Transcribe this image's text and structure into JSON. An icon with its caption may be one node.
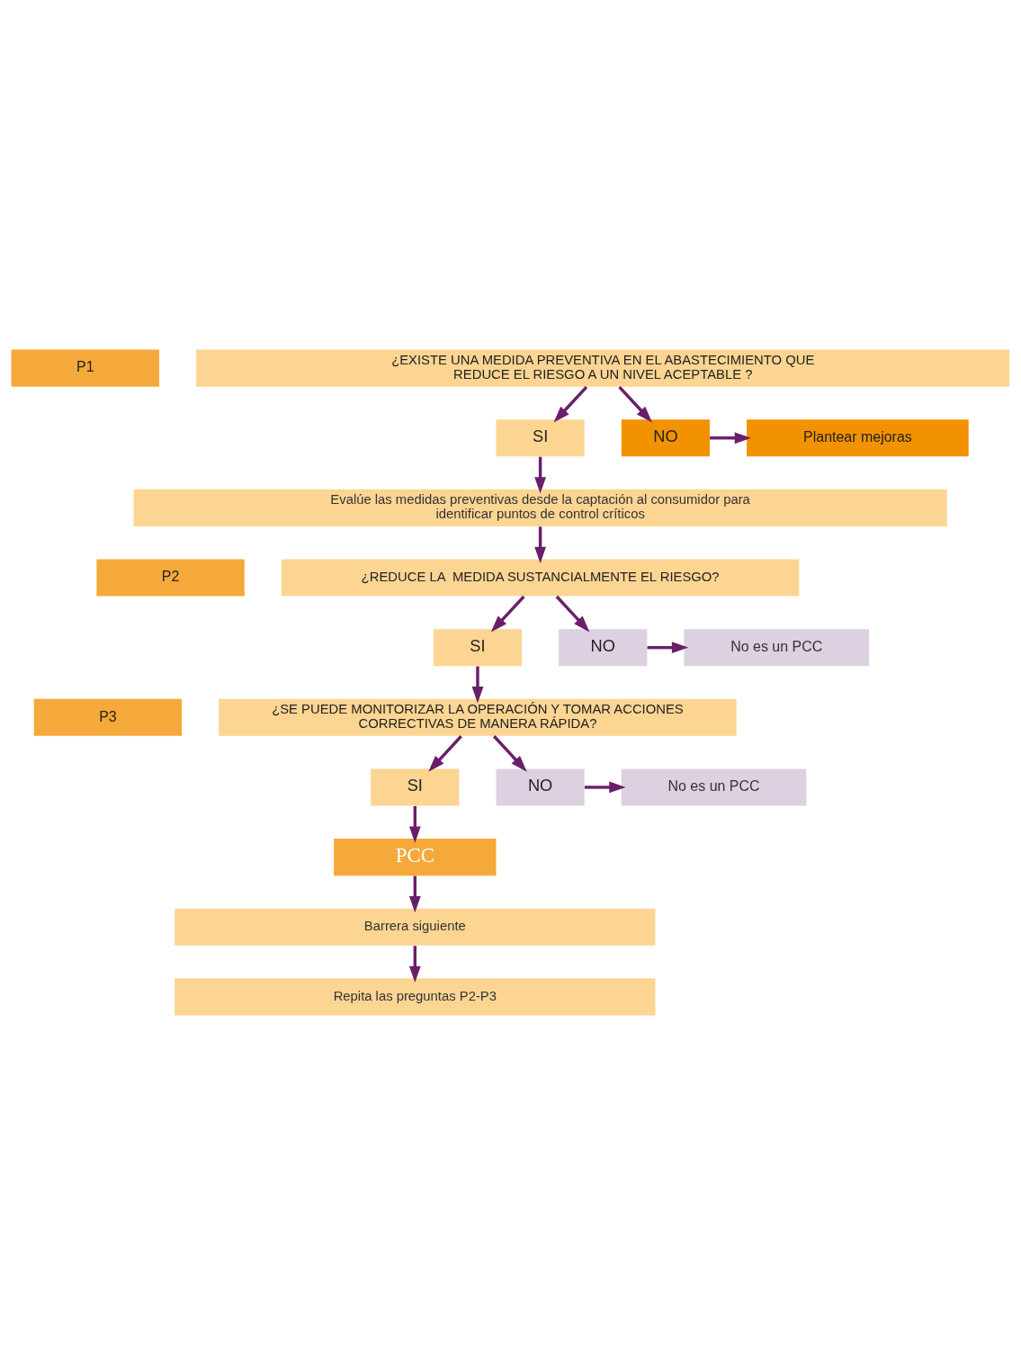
{
  "diagram": {
    "nodes": [
      {
        "text": [
          "P1"
        ]
      },
      {
        "text": [
          "¿EXISTE UNA MEDIDA PREVENTIVA EN EL ABASTECIMIENTO QUE REDUCE EL RIESGO A UN NIVEL ACEPTABLE ?"
        ]
      },
      {
        "text": [
          "SI"
        ]
      },
      {
        "text": [
          "NO"
        ]
      },
      {
        "text": [
          "Plantear mejoras"
        ]
      },
      {
        "text": [
          "Evalúe las medidas preventivas desde la captación al consumidor para identificar puntos de control críticos"
        ]
      },
      {
        "text": [
          "P2"
        ]
      },
      {
        "text": [
          "¿REDUCE LA  MEDIDA SUSTANCIALMENTE EL RIESGO?"
        ]
      },
      {
        "text": [
          "SI"
        ]
      },
      {
        "text": [
          "NO"
        ]
      },
      {
        "text": [
          "No es un PCC"
        ]
      },
      {
        "text": [
          "P3"
        ]
      },
      {
        "text": [
          "¿SE PUEDE MONITORIZAR LA OPERACIÓN Y TOMAR ACCIONES CORRECTIVAS DE MANERA RÁPIDA?"
        ]
      },
      {
        "text": [
          "SI"
        ]
      },
      {
        "text": [
          "NO"
        ]
      },
      {
        "text": [
          "No es un PCC"
        ]
      },
      {
        "text": [
          "PCC"
        ]
      },
      {
        "text": [
          "Barrera siguiente"
        ]
      },
      {
        "text": [
          "Repita las preguntas P2-P3"
        ]
      }
    ],
    "edges": [
      {
        "from": 1,
        "to": 2,
        "arrow": "to"
      },
      {
        "from": 1,
        "to": 3,
        "arrow": "to"
      },
      {
        "from": 3,
        "to": 4,
        "arrow": "to"
      },
      {
        "from": 2,
        "to": 5,
        "arrow": "to"
      },
      {
        "from": 5,
        "to": 7,
        "arrow": "to"
      },
      {
        "from": 7,
        "to": 8,
        "arrow": "to"
      },
      {
        "from": 7,
        "to": 9,
        "arrow": "to"
      },
      {
        "from": 9,
        "to": 10,
        "arrow": "to"
      },
      {
        "from": 8,
        "to": 12,
        "arrow": "to"
      },
      {
        "from": 12,
        "to": 13,
        "arrow": "to"
      },
      {
        "from": 12,
        "to": 14,
        "arrow": "to"
      },
      {
        "from": 14,
        "to": 15,
        "arrow": "to"
      },
      {
        "from": 13,
        "to": 16,
        "arrow": "to"
      },
      {
        "from": 16,
        "to": 17,
        "arrow": "to"
      },
      {
        "from": 17,
        "to": 18,
        "arrow": "to"
      }
    ]
  }
}
